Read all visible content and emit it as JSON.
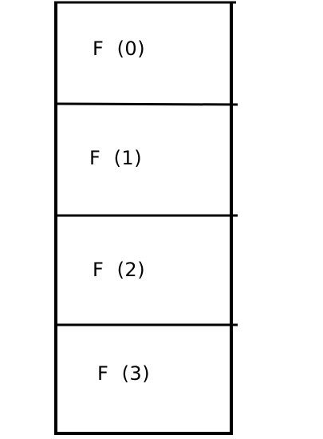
{
  "stack": {
    "frames": [
      {
        "label": "F  (0)"
      },
      {
        "label": "F  (1)"
      },
      {
        "label": "F  (2)"
      },
      {
        "label": "F  (3)"
      }
    ]
  },
  "colors": {
    "stroke": "#000000",
    "background": "#ffffff"
  }
}
